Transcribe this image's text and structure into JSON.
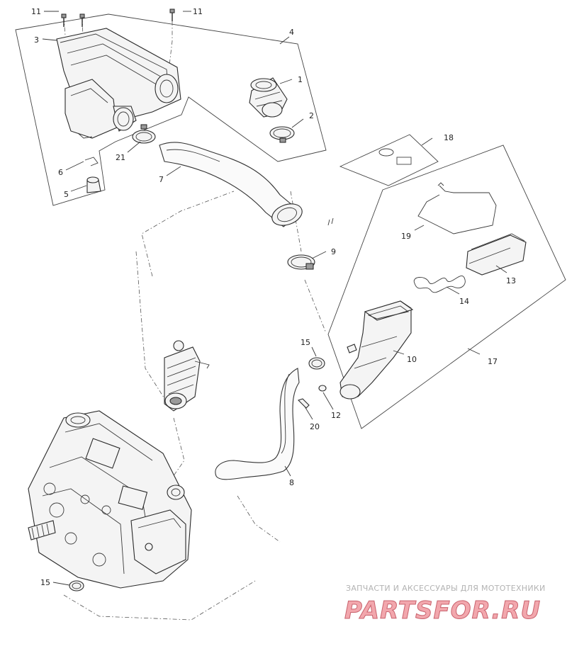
{
  "part_labels": {
    "p1": "1",
    "p2": "2",
    "p3": "3",
    "p4": "4",
    "p5": "5",
    "p6": "6",
    "p7": "7",
    "p8": "8",
    "p9": "9",
    "p10": "10",
    "p11a": "11",
    "p11b": "11",
    "p12": "12",
    "p13": "13",
    "p14": "14",
    "p15a": "15",
    "p15b": "15",
    "p17": "17",
    "p18": "18",
    "p19": "19",
    "p20": "20",
    "p21": "21"
  },
  "watermark": {
    "tagline": "ЗАПЧАСТИ И АКСЕССУАРЫ ДЛЯ МОТОТЕХНИКИ",
    "logo": "PARTSFOR.RU"
  },
  "colors": {
    "line": "#2a2a2a",
    "watermark_text": "#b3b3b3",
    "logo_fill": "#f2a7ad",
    "logo_stroke": "#c9636e"
  }
}
